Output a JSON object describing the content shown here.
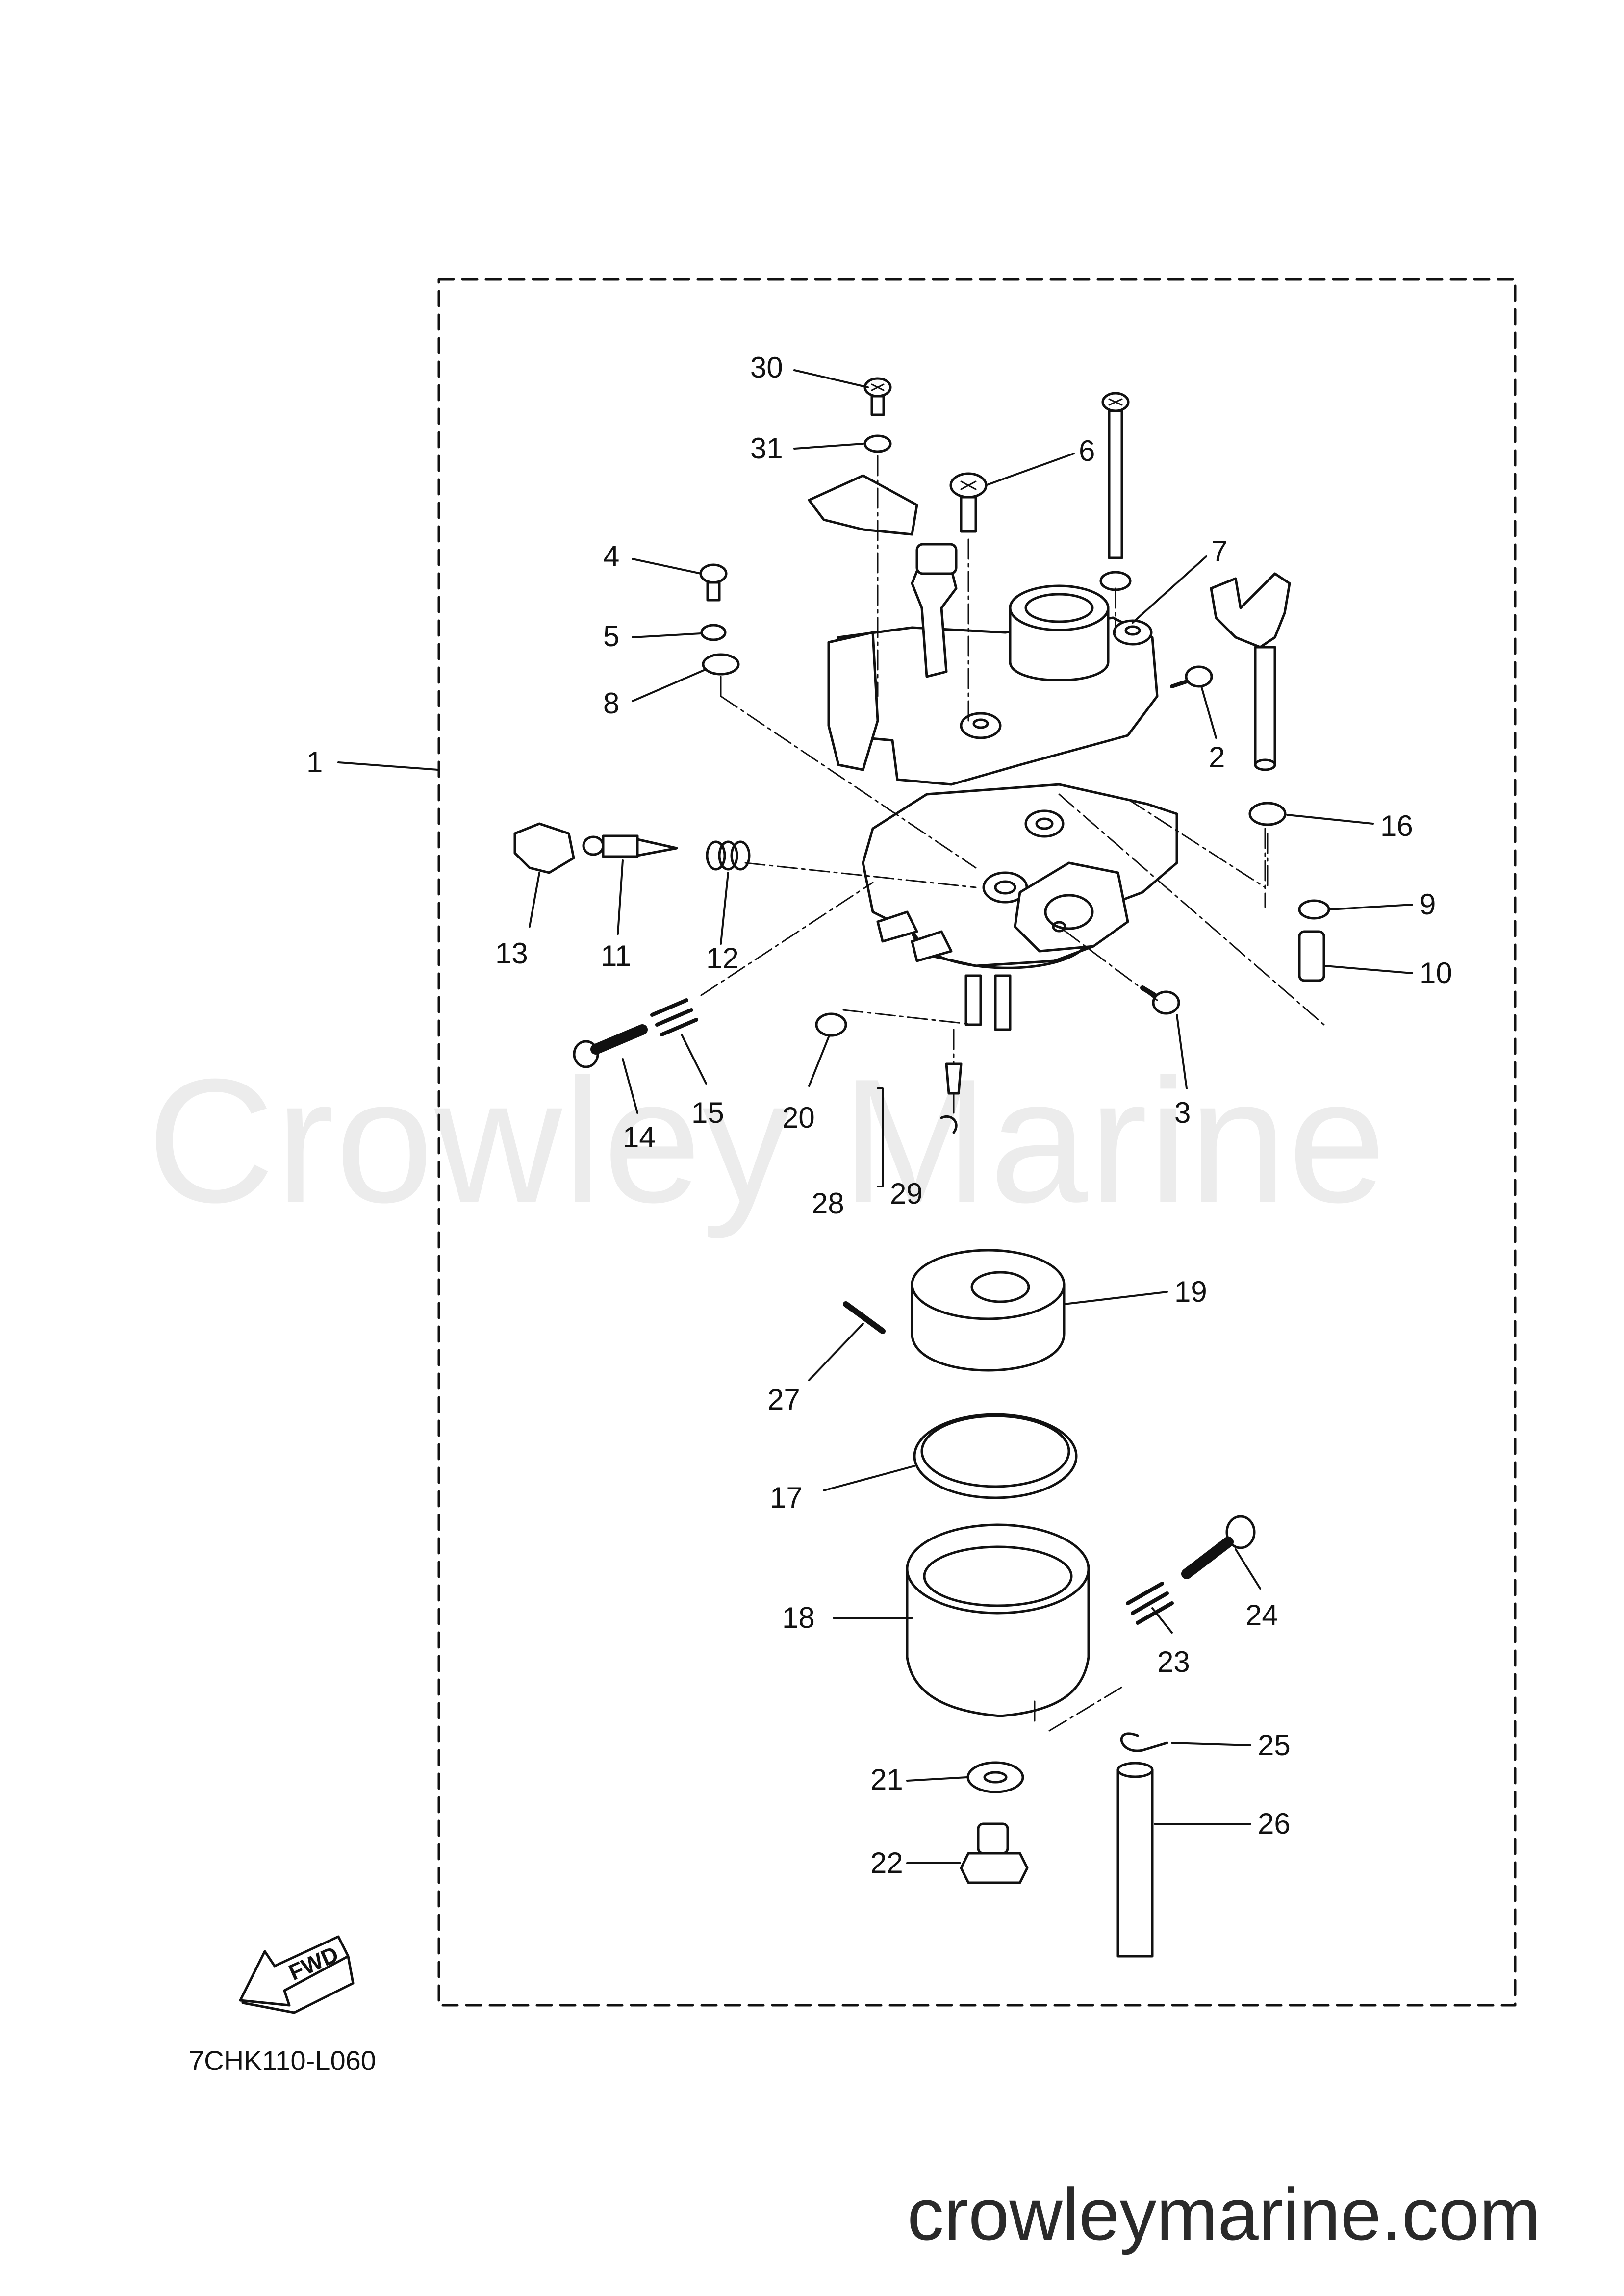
{
  "diagram": {
    "drawing_code": "7CHK110-L060",
    "watermark_text": "Crowley Marine",
    "website": "crowleymarine.com",
    "fwd_label": "FWD",
    "callouts": [
      {
        "id": "1",
        "label": "1"
      },
      {
        "id": "2",
        "label": "2"
      },
      {
        "id": "3",
        "label": "3"
      },
      {
        "id": "4",
        "label": "4"
      },
      {
        "id": "5",
        "label": "5"
      },
      {
        "id": "6",
        "label": "6"
      },
      {
        "id": "7",
        "label": "7"
      },
      {
        "id": "8",
        "label": "8"
      },
      {
        "id": "9",
        "label": "9"
      },
      {
        "id": "10",
        "label": "10"
      },
      {
        "id": "11",
        "label": "11"
      },
      {
        "id": "12",
        "label": "12"
      },
      {
        "id": "13",
        "label": "13"
      },
      {
        "id": "14",
        "label": "14"
      },
      {
        "id": "15",
        "label": "15"
      },
      {
        "id": "16",
        "label": "16"
      },
      {
        "id": "17",
        "label": "17"
      },
      {
        "id": "18",
        "label": "18"
      },
      {
        "id": "19",
        "label": "19"
      },
      {
        "id": "20",
        "label": "20"
      },
      {
        "id": "21",
        "label": "21"
      },
      {
        "id": "22",
        "label": "22"
      },
      {
        "id": "23",
        "label": "23"
      },
      {
        "id": "24",
        "label": "24"
      },
      {
        "id": "25",
        "label": "25"
      },
      {
        "id": "26",
        "label": "26"
      },
      {
        "id": "27",
        "label": "27"
      },
      {
        "id": "28",
        "label": "28"
      },
      {
        "id": "29",
        "label": "29"
      },
      {
        "id": "30",
        "label": "30"
      },
      {
        "id": "31",
        "label": "31"
      }
    ]
  }
}
